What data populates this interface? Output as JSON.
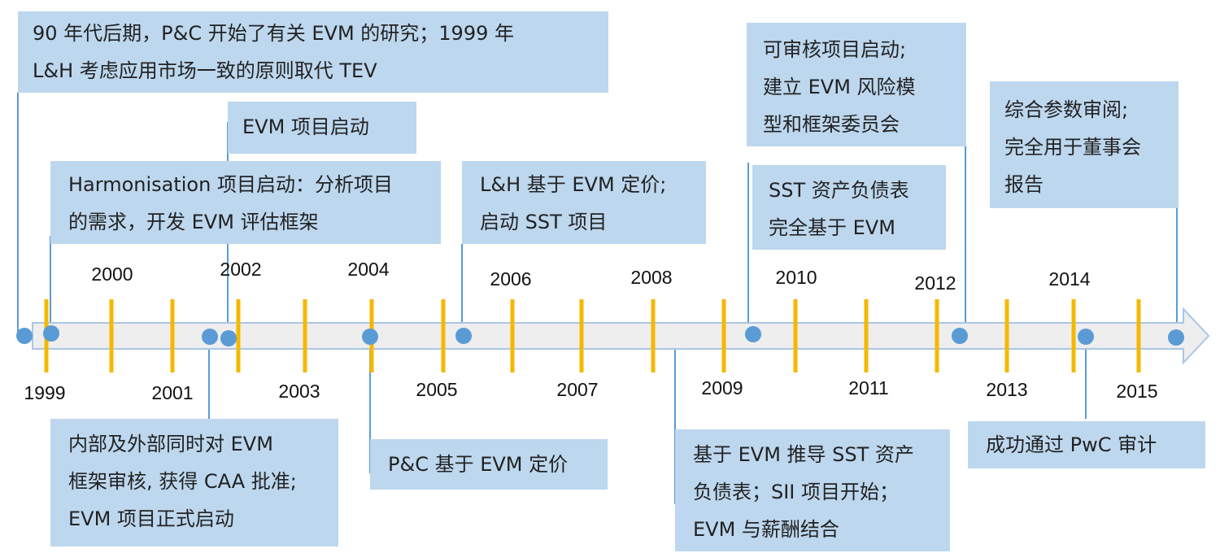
{
  "years": {
    "y1999": "1999",
    "y2000": "2000",
    "y2001": "2001",
    "y2002": "2002",
    "y2003": "2003",
    "y2004": "2004",
    "y2005": "2005",
    "y2006": "2006",
    "y2007": "2007",
    "y2008": "2008",
    "y2009": "2009",
    "y2010": "2010",
    "y2011": "2011",
    "y2012": "2012",
    "y2013": "2013",
    "y2014": "2014",
    "y2015": "2015"
  },
  "events": {
    "e1": [
      "90 年代后期，P&C 开始了有关 EVM 的研究；1999 年",
      "L&H 考虑应用市场一致的原则取代 TEV"
    ],
    "e2": [
      "EVM 项目启动"
    ],
    "e3": [
      "Harmonisation 项目启动：分析项目",
      "的需求，开发 EVM 评估框架"
    ],
    "e4": [
      "内部及外部同时对 EVM",
      "框架审核, 获得 CAA 批准;",
      "EVM 项目正式启动"
    ],
    "e5": [
      "P&C 基于 EVM 定价"
    ],
    "e6": [
      "L&H 基于 EVM 定价;",
      "启动 SST 项目"
    ],
    "e7": [
      "基于 EVM 推导 SST 资产",
      "负债表；SII 项目开始；",
      "EVM 与薪酬结合"
    ],
    "e8": [
      "可审核项目启动;",
      "建立 EVM 风险模",
      "型和框架委员会"
    ],
    "e9": [
      "SST 资产负债表",
      "完全基于 EVM"
    ],
    "e10": [
      "综合参数审阅;",
      "完全用于董事会",
      "报告"
    ],
    "e11": [
      "成功通过 PwC 审计"
    ]
  },
  "colors": {
    "box_fill": "#bdd7ee",
    "tick": "#f5b800",
    "dot": "#5b9bd5",
    "connector": "#5b9bd5",
    "arrow_fill": "#eeeeee",
    "arrow_stroke": "#a9c6e6"
  }
}
